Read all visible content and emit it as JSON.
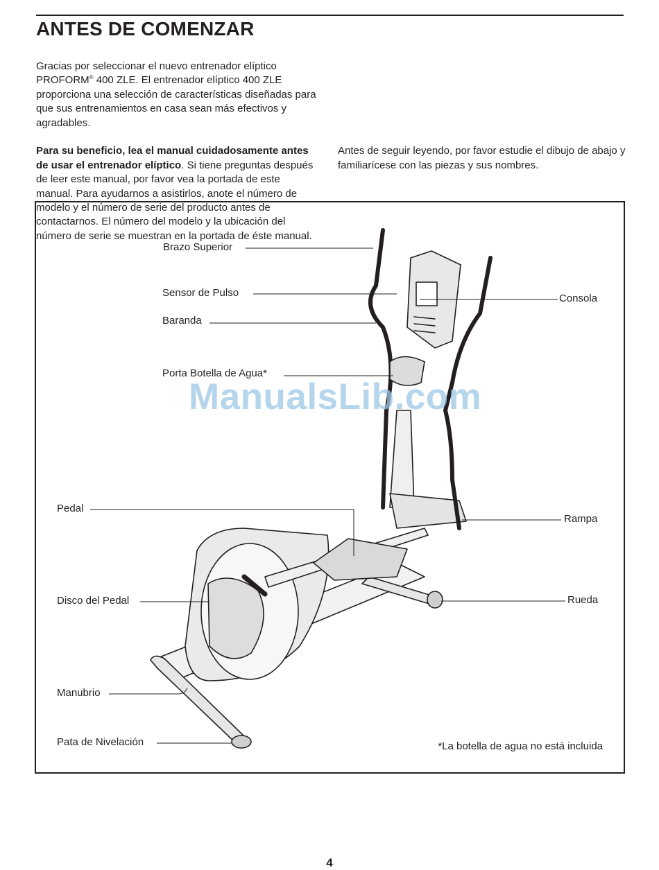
{
  "header": {
    "title": "ANTES DE COMENZAR"
  },
  "intro": {
    "p1_a": "Gracias por seleccionar el nuevo entrenador elíptico PROFORM",
    "p1_reg": "®",
    "p1_b": " 400 ZLE. El entrenador elíptico 400 ZLE proporciona una selección de características diseñadas para que sus entrenamientos en casa sean más efectivos y agradables.",
    "p2_bold": "Para su beneficio, lea el manual cuidadosamente antes de usar el entrenador elíptico",
    "p2_rest": ". Si tiene preguntas después de leer este manual, por favor vea la portada de este manual. Para ayudarnos a asistirlos, anote el número de modelo y el número de serie del producto antes de contactarnos. El número del modelo y la ubicación del número de serie se muestran en la portada de éste manual.",
    "p3": "Antes de seguir leyendo, por favor estudie el dibujo de abajo y familiarícese con las piezas y sus nombres."
  },
  "diagram": {
    "labels": {
      "brazo_superior": "Brazo Superior",
      "sensor_pulso": "Sensor de Pulso",
      "baranda": "Baranda",
      "porta_botella": "Porta Botella de Agua*",
      "consola": "Consola",
      "pedal": "Pedal",
      "rampa": "Rampa",
      "disco_pedal": "Disco del Pedal",
      "rueda": "Rueda",
      "manubrio": "Manubrio",
      "pata_nivelacion": "Pata de Nivelación"
    },
    "footnote": "*La botella de agua no está incluida",
    "watermark": "ManualsLib.com"
  },
  "footer": {
    "page_number": "4"
  }
}
